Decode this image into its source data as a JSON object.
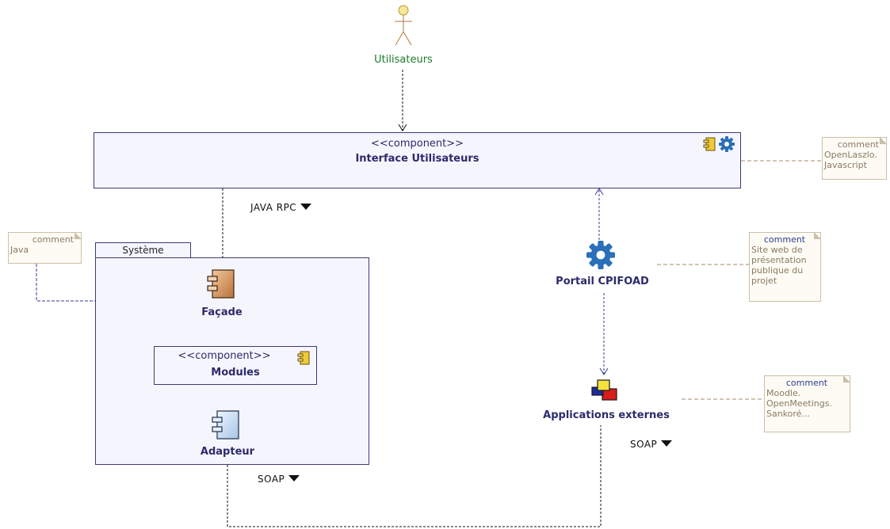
{
  "actor": {
    "label": "Utilisateurs"
  },
  "interface_component": {
    "stereotype": "<<component>>",
    "name": "Interface Utilisateurs"
  },
  "package": {
    "name": "Système"
  },
  "facade": {
    "name": "Façade"
  },
  "modules_component": {
    "stereotype": "<<component>>",
    "name": "Modules"
  },
  "adapteur": {
    "name": "Adapteur"
  },
  "portail": {
    "name": "Portail CPIFOAD"
  },
  "applications": {
    "name": "Applications externes"
  },
  "connectors": {
    "java_rpc": "JAVA RPC",
    "soap_left": "SOAP",
    "soap_right": "SOAP"
  },
  "notes": {
    "interface": {
      "head": "comment",
      "lines": [
        "OpenLaszlo.",
        "Javascript"
      ]
    },
    "systeme": {
      "head": "comment",
      "lines": [
        "Java"
      ]
    },
    "portail": {
      "head": "comment",
      "lines": [
        "Site web de",
        "présentation",
        "publique du",
        "projet"
      ]
    },
    "applications": {
      "head": "comment",
      "lines": [
        "Moodle.",
        "OpenMeetings.",
        "Sankoré..."
      ]
    }
  },
  "colors": {
    "actor": "#1e7a2b",
    "component_text": "#2d2a6b",
    "component_border": "#3c3a78",
    "note_text": "#8a7a63",
    "note_border": "#cbbfa8"
  }
}
